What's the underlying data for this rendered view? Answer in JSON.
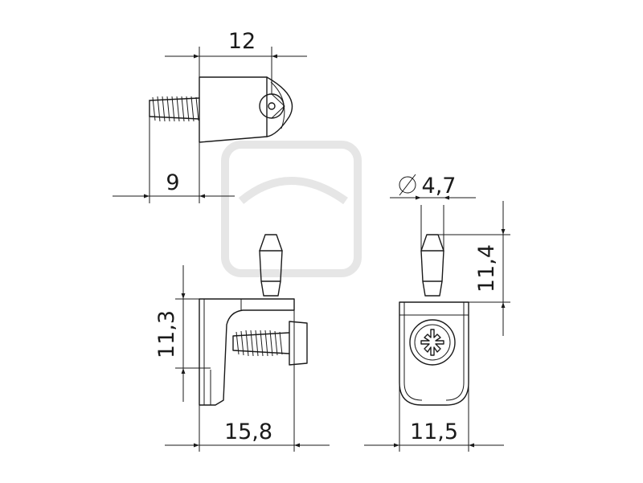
{
  "diagram": {
    "type": "technical-drawing",
    "dimensions": {
      "top_width": "12",
      "screw_length": "9",
      "pin_diameter": "4,7",
      "pin_height": "11,4",
      "side_height": "11,3",
      "side_width": "15,8",
      "front_width": "11,5"
    },
    "colors": {
      "line": "#1a1a1a",
      "background": "#ffffff",
      "watermark": "#e6e6e6"
    }
  }
}
